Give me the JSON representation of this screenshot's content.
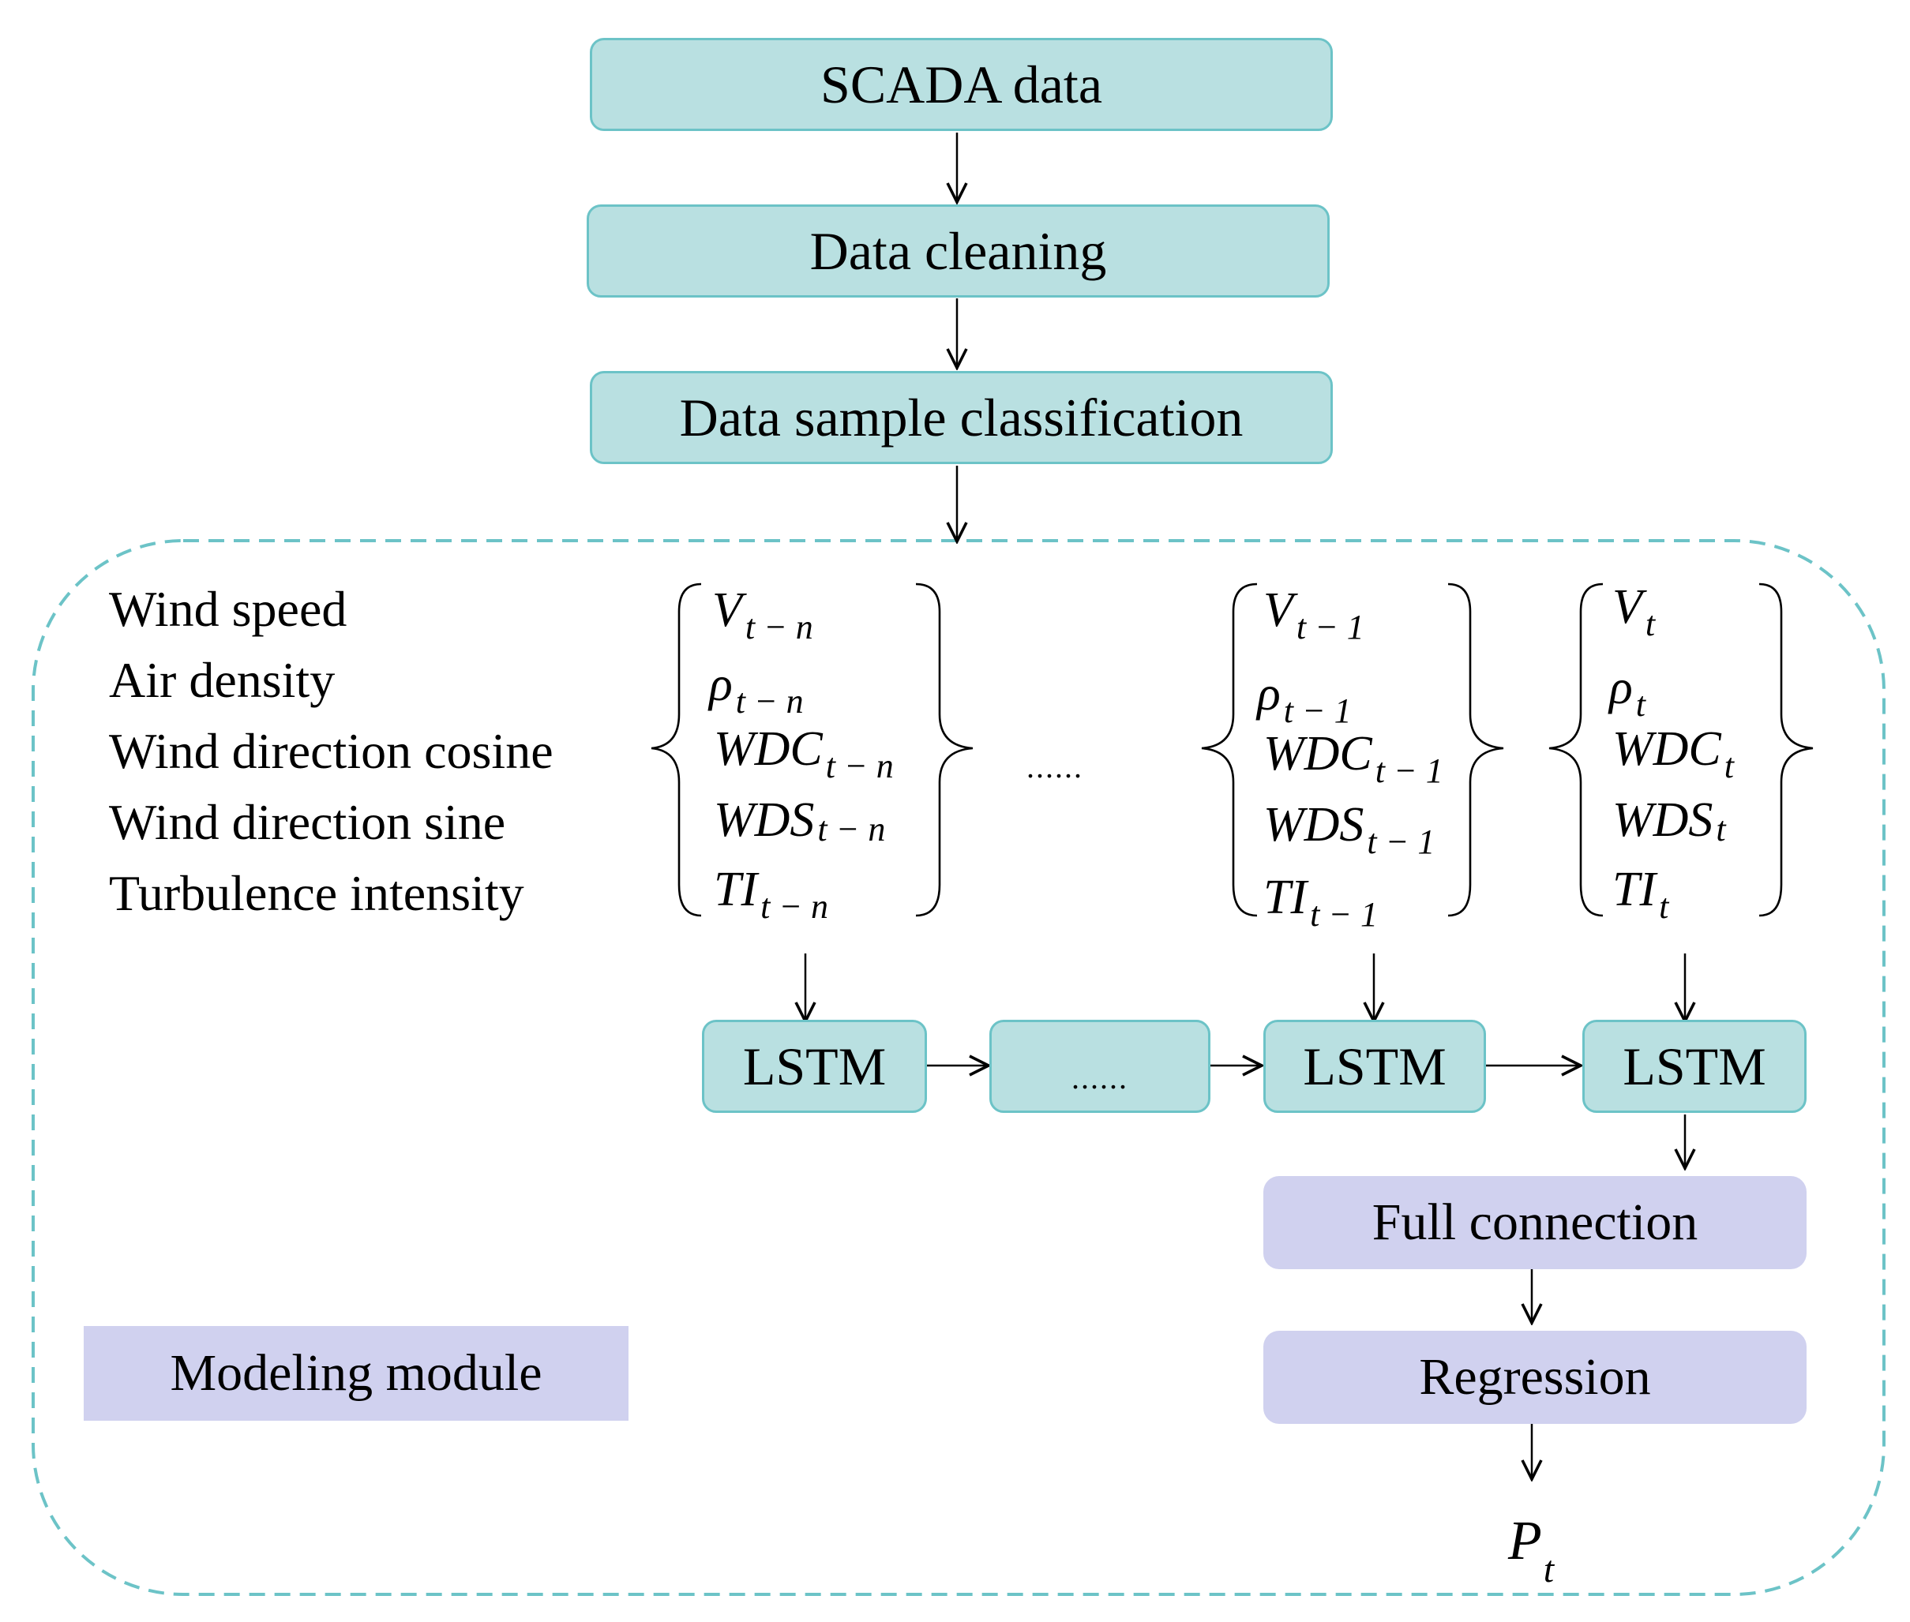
{
  "pipeline": {
    "scada": "SCADA data",
    "cleaning": "Data cleaning",
    "classification": "Data sample classification"
  },
  "features": [
    "Wind speed",
    "Air density",
    "Wind direction cosine",
    "Wind direction sine",
    "Turbulence intensity"
  ],
  "vector_groups": [
    {
      "items": [
        {
          "sym": "V",
          "sub": "t − n"
        },
        {
          "sym": "ρ",
          "sub": "t − n"
        },
        {
          "sym": "WDC",
          "sub": "t − n"
        },
        {
          "sym": "WDS",
          "sub": "t − n"
        },
        {
          "sym": "TI",
          "sub": "t − n"
        }
      ]
    },
    {
      "items": [
        {
          "sym": "V",
          "sub": "t − 1"
        },
        {
          "sym": "ρ",
          "sub": "t − 1"
        },
        {
          "sym": "WDC",
          "sub": "t − 1"
        },
        {
          "sym": "WDS",
          "sub": "t − 1"
        },
        {
          "sym": "TI",
          "sub": "t − 1"
        }
      ]
    },
    {
      "items": [
        {
          "sym": "V",
          "sub": "t"
        },
        {
          "sym": "ρ",
          "sub": "t"
        },
        {
          "sym": "WDC",
          "sub": "t"
        },
        {
          "sym": "WDS",
          "sub": "t"
        },
        {
          "sym": "TI",
          "sub": "t"
        }
      ]
    }
  ],
  "ellipsis": "......",
  "lstm": {
    "cell1": "LSTM",
    "middle": "......",
    "cell2": "LSTM",
    "cell3": "LSTM"
  },
  "head": {
    "full_connection": "Full connection",
    "regression": "Regression",
    "output_symbol": "P",
    "output_sub": "t"
  },
  "module_label": "Modeling module",
  "colors": {
    "teal_fill": "#b9e0e1",
    "teal_border": "#6cc3c7",
    "lavender_fill": "#d0d1ef",
    "dashed_border": "#6cc3c7"
  }
}
